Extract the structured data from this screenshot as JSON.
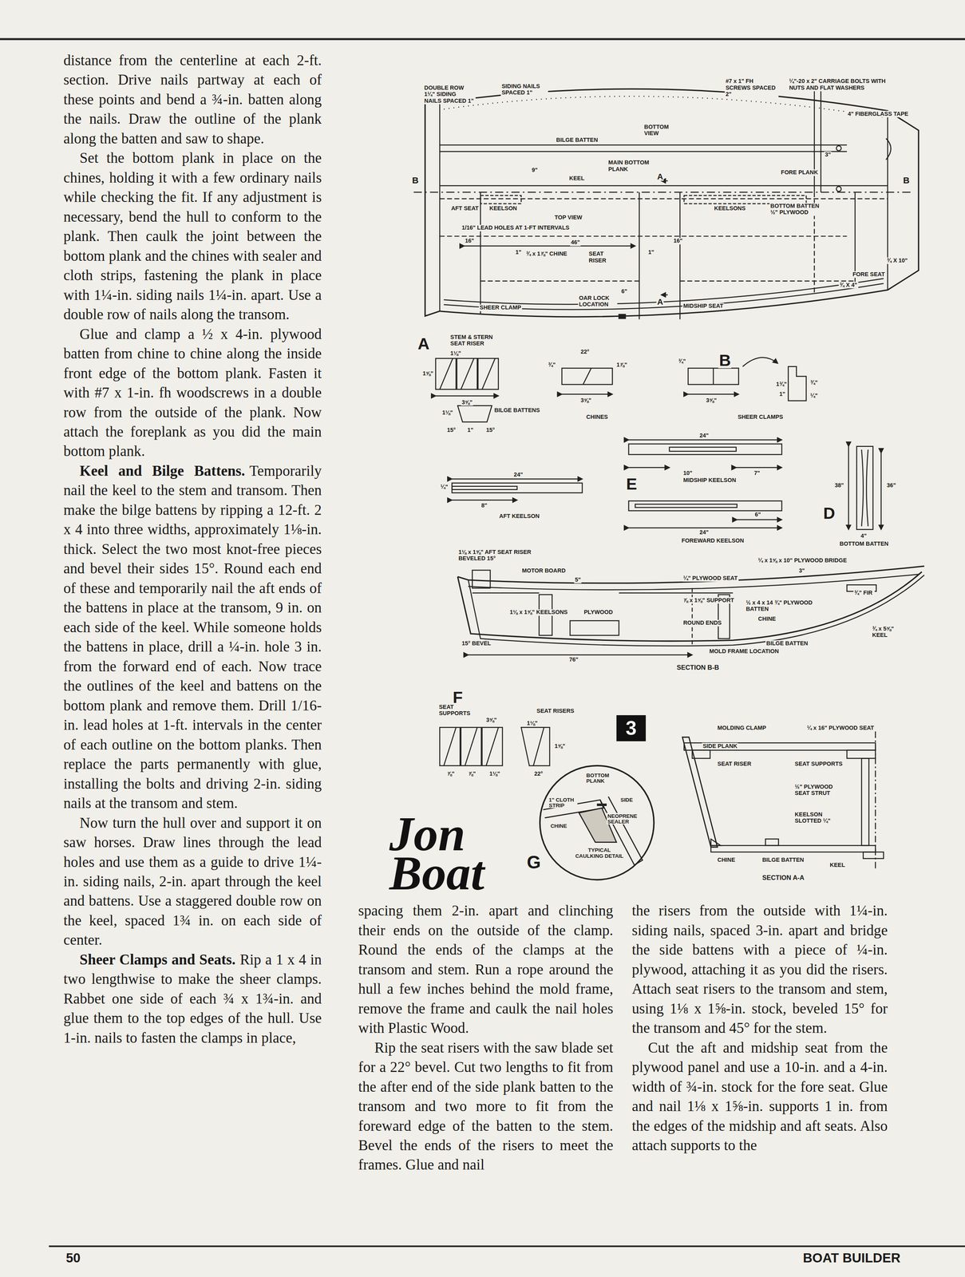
{
  "diagram": {
    "title": "Jon Boat",
    "nodes": [
      {
        "text": [
          "3"
        ]
      },
      {
        "text": [
          "BOTTOM PLANK",
          "1\" CLOTH STRIP",
          "SIDE",
          "CHINE",
          "NEOPRENE SEALER",
          "TYPICAL CAULKING DETAIL"
        ]
      }
    ],
    "labels": [
      "distance from the centerline at each 2-ft. section. Drive nails partway at each of these points and bend a ¾-in. batten along the nails. Draw the outline of the plank along the batten and saw to shape.",
      "Set the bottom plank in place on the chines, holding it with a few ordinary nails while checking the fit. If any adjustment is necessary, bend the hull to conform to the plank. Then caulk the joint between the bottom plank and the chines with sealer and cloth strips, fastening the plank in place with 1¼-in. siding nails 1¼-in. apart. Use a double row of nails along the transom.",
      "Glue and clamp a ½ x 4-in. plywood batten from chine to chine along the inside front edge of the bottom plank. Fasten it with #7 x 1-in. fh woodscrews in a double row from the outside of the plank. Now attach the foreplank as you did the main bottom plank.",
      "Keel and Bilge Battens.",
      "Temporarily nail the keel to the stem and transom. Then make the bilge battens by ripping a 12-ft. 2 x 4 into three widths, approximately 1⅛-in. thick. Select the two most knot-free pieces and bevel their sides 15°. Round each end of these and temporarily nail the aft ends of the battens in place at the transom, 9 in. on each side of the keel. While someone holds the battens in place, drill a ¼-in. hole 3 in. from the forward end of each. Now trace the outlines of the keel and battens on the bottom plank and remove them. Drill 1/16-in. lead holes at 1-ft. intervals in the center of each outline on the bottom planks. Then replace the parts permanently with glue, installing the bolts and driving 2-in. siding nails at the transom and stem.",
      "Now turn the hull over and support it on saw horses. Draw lines through the lead holes and use them as a guide to drive 1¼-in. siding nails, 2-in. apart through the keel and battens. Use a staggered double row on the keel, spaced 1¾ in. on each side of center.",
      "Sheer Clamps and Seats.",
      "Rip a 1 x 4 in two lengthwise to make the sheer clamps. Rabbet one side of each ¾ x 1¾-in. and glue them to the top edges of the hull. Use 1-in. nails to fasten the clamps in place,",
      "spacing them 2-in. apart and clinching their ends on the outside of the clamp. Round the ends of the clamps at the transom and stem. Run a rope around the hull a few inches behind the mold frame, remove the frame and caulk the nail holes with Plastic Wood.",
      "Rip the seat risers with the saw blade set for a 22° bevel. Cut two lengths to fit from the after end of the side plank batten to the transom and two more to fit from the foreward edge of the batten to the stem. Bevel the ends of the risers to meet the frames. Glue and nail",
      "the risers from the outside with 1¼-in. siding nails, spaced 3-in. apart and bridge the side battens with a piece of ¼-in. plywood, attaching it as you did the risers. Attach seat risers to the transom and stem, using 1⅛ x 1⅝-in. stock, beveled 15° for the transom and 45° for the stem.",
      "Cut the aft and midship seat from the plywood panel and use a 10-in. and a 4-in. width of ¾-in. stock for the fore seat. Glue and nail 1⅛ x 1⅝-in. supports 1 in. from the edges of the midship and aft seats. Also attach supports to the",
      "50",
      "BOAT BUILDER",
      "DOUBLE ROW 1¼\" SIDING NAILS SPACED 1\"",
      "SIDING NAILS SPACED 1\"",
      "#7 x 1\" FH SCREWS SPACED 2\"",
      "¼\"-20 x 2\" CARRIAGE BOLTS WITH NUTS AND FLAT WASHERS",
      "4\" FIBERGLASS TAPE",
      "BOTTOM VIEW",
      "BILGE BATTEN",
      "9\"",
      "MAIN BOTTOM PLANK",
      "KEEL",
      "3\"",
      "FORE PLANK",
      "B",
      "B",
      "A",
      "AFT SEAT",
      "KEELSON",
      "KEELSONS",
      "BOTTOM BATTEN ½\" PLYWOOD",
      "TOP VIEW",
      "1/16\" LEAD HOLES AT 1-FT INTERVALS",
      "16\"",
      "46\"",
      "16\"",
      "1\"",
      "¾ x 1⅞\" CHINE",
      "SEAT RISER",
      "1\"",
      "¾ X 10\"",
      "FORE SEAT",
      "¾ X 4\"",
      "SHEER CLAMP",
      "OAR LOCK LOCATION",
      "6\"",
      "A",
      "MIDSHIP SEAT",
      "A",
      "STEM & STERN SEAT RISER",
      "1⅛\"",
      "1⅝\"",
      "3⅝\"",
      "BILGE BATTENS",
      "1⅛\"",
      "15°",
      "1\"",
      "15°",
      "22°",
      "¾\"",
      "1⅞\"",
      "3⅝\"",
      "CHINES",
      "¾\"",
      "3⅝\"",
      "B",
      "1¾\"",
      "¾\"",
      "1\"",
      "¼\"",
      "SHEER CLAMPS",
      "38\"",
      "36\"",
      "4\"",
      "D",
      "BOTTOM BATTEN",
      "24\"",
      "10\"",
      "7\"",
      "MIDSHIP KEELSON",
      "E",
      "24\"",
      "¼\"",
      "8\"",
      "AFT KEELSON",
      "6\"",
      "24\"",
      "FOREWARD KEELSON",
      "1⅛ x 1⅝\" AFT SEAT RISER BEVELED 15°",
      "MOTOR BOARD",
      "5\"",
      "¼\" PLYWOOD SEAT",
      "¼ x 1⅝ x 10\" PLYWOOD BRIDGE",
      "3\"",
      "¾\" FIR",
      "1⅛ x 1⅝\" KEELSONS",
      "PLYWOOD",
      "⅞ x 1⅝\" SUPPORT",
      "½ x 4 x 14 ¾\" PLYWOOD BATTEN",
      "ROUND ENDS",
      "CHINE",
      "¾ x 5⅝\" KEEL",
      "BILGE BATTEN",
      "15° BEVEL",
      "76\"",
      "MOLD FRAME LOCATION",
      "SECTION B-B",
      "F",
      "SEAT SUPPORTS",
      "SEAT RISERS",
      "3⅝\"",
      "1⅛\"",
      "1⅝\"",
      "⅞\"",
      "⅞\"",
      "1⅛\"",
      "22°",
      "MOLDING CLAMP",
      "¼ x 16\" PLYWOOD SEAT",
      "SIDE PLANK",
      "SEAT RISER",
      "SEAT SUPPORTS",
      "½\" PLYWOOD SEAT STRUT",
      "KEELSON SLOTTED ¼\"",
      "CHINE",
      "BILGE BATTEN",
      "KEEL",
      "SECTION A-A",
      "G"
    ]
  }
}
